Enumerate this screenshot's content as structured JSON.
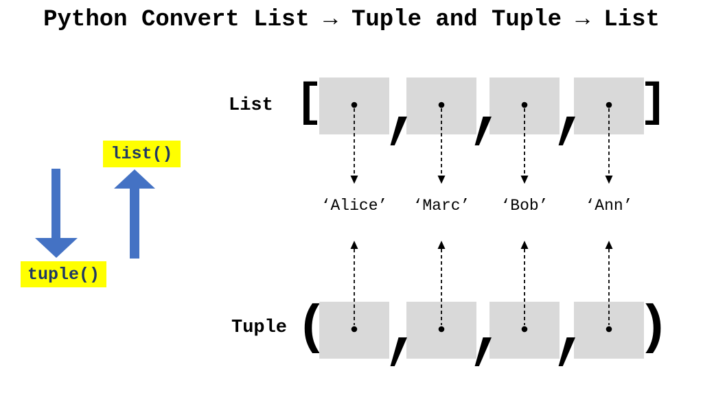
{
  "title": "Python Convert List → Tuple and Tuple → List",
  "colors": {
    "arrow_blue": "#4472C4",
    "highlight_yellow": "#FFFF00",
    "code_text_navy": "#1F3864",
    "cell_gray": "#D9D9D9",
    "ink_black": "#000000"
  },
  "conversion_panel": {
    "to_list_function": "list()",
    "to_tuple_function": "tuple()"
  },
  "diagram": {
    "list_row": {
      "label": "List",
      "open_bracket": "[",
      "close_bracket": "]",
      "separator": ","
    },
    "tuple_row": {
      "label": "Tuple",
      "open_paren": "(",
      "close_paren": ")",
      "separator": ","
    },
    "values": [
      "‘Alice’",
      "‘Marc’",
      "‘Bob’",
      "‘Ann’"
    ]
  }
}
